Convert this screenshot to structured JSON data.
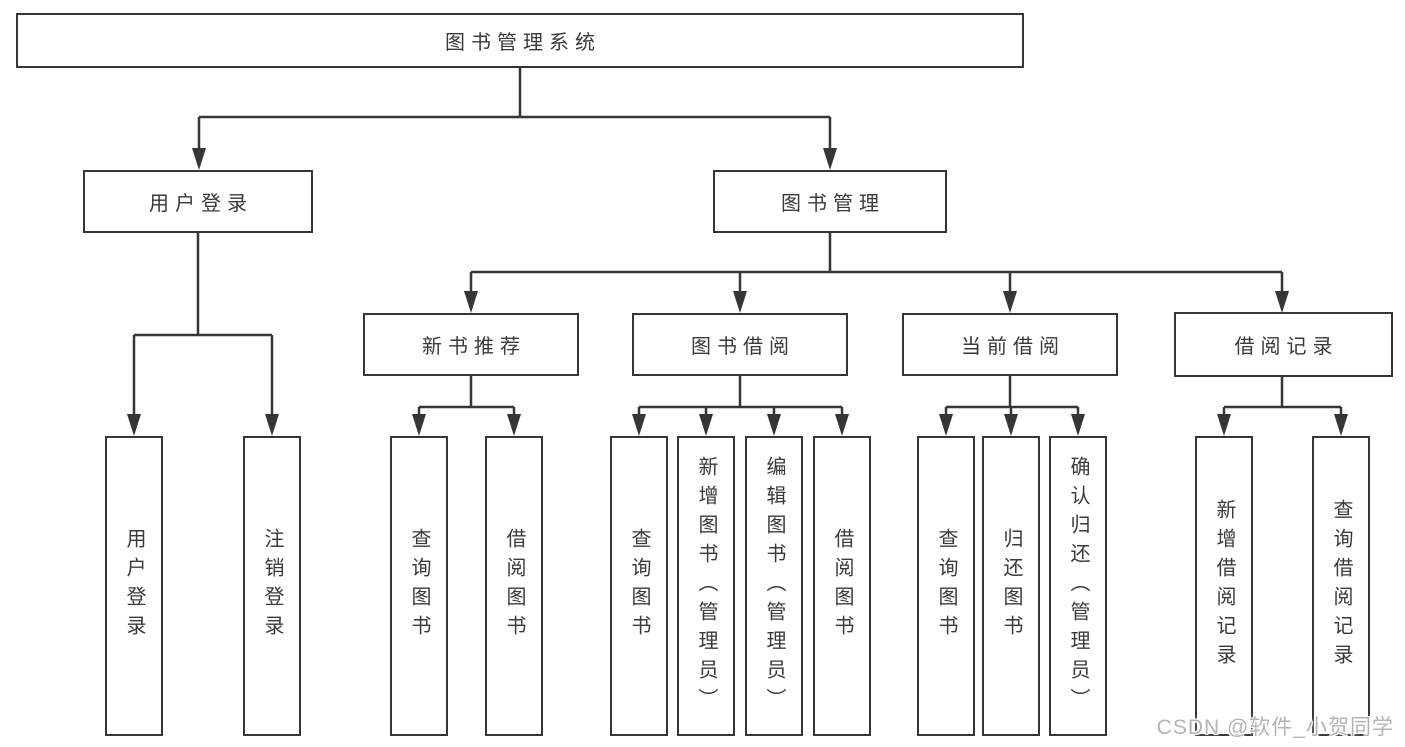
{
  "colors": {
    "line": "#363636",
    "text": "#3a3a3a",
    "watermark": "#b3b3b3",
    "box_bg": "#ffffff"
  },
  "nodes": {
    "root": {
      "label": "图书管理系统"
    },
    "user_login": {
      "label": "用户登录"
    },
    "book_mgmt": {
      "label": "图书管理"
    },
    "new_book": {
      "label": "新书推荐"
    },
    "book_borrow": {
      "label": "图书借阅"
    },
    "current_borrow": {
      "label": "当前借阅"
    },
    "borrow_record": {
      "label": "借阅记录"
    },
    "leaves": {
      "login": {
        "label": "用户登录"
      },
      "logout": {
        "label": "注销登录"
      },
      "nb_query": {
        "label": "查询图书"
      },
      "nb_borrow": {
        "label": "借阅图书"
      },
      "bb_query": {
        "label": "查询图书"
      },
      "bb_add": {
        "label": "新增图书（管理员）"
      },
      "bb_edit": {
        "label": "编辑图书（管理员）"
      },
      "bb_borrow": {
        "label": "借阅图书"
      },
      "cb_query": {
        "label": "查询图书"
      },
      "cb_return": {
        "label": "归还图书"
      },
      "cb_confirm": {
        "label": "确认归还（管理员）"
      },
      "br_add": {
        "label": "新增借阅记录"
      },
      "br_query": {
        "label": "查询借阅记录"
      }
    }
  },
  "watermark": "CSDN @软件_小贺同学"
}
